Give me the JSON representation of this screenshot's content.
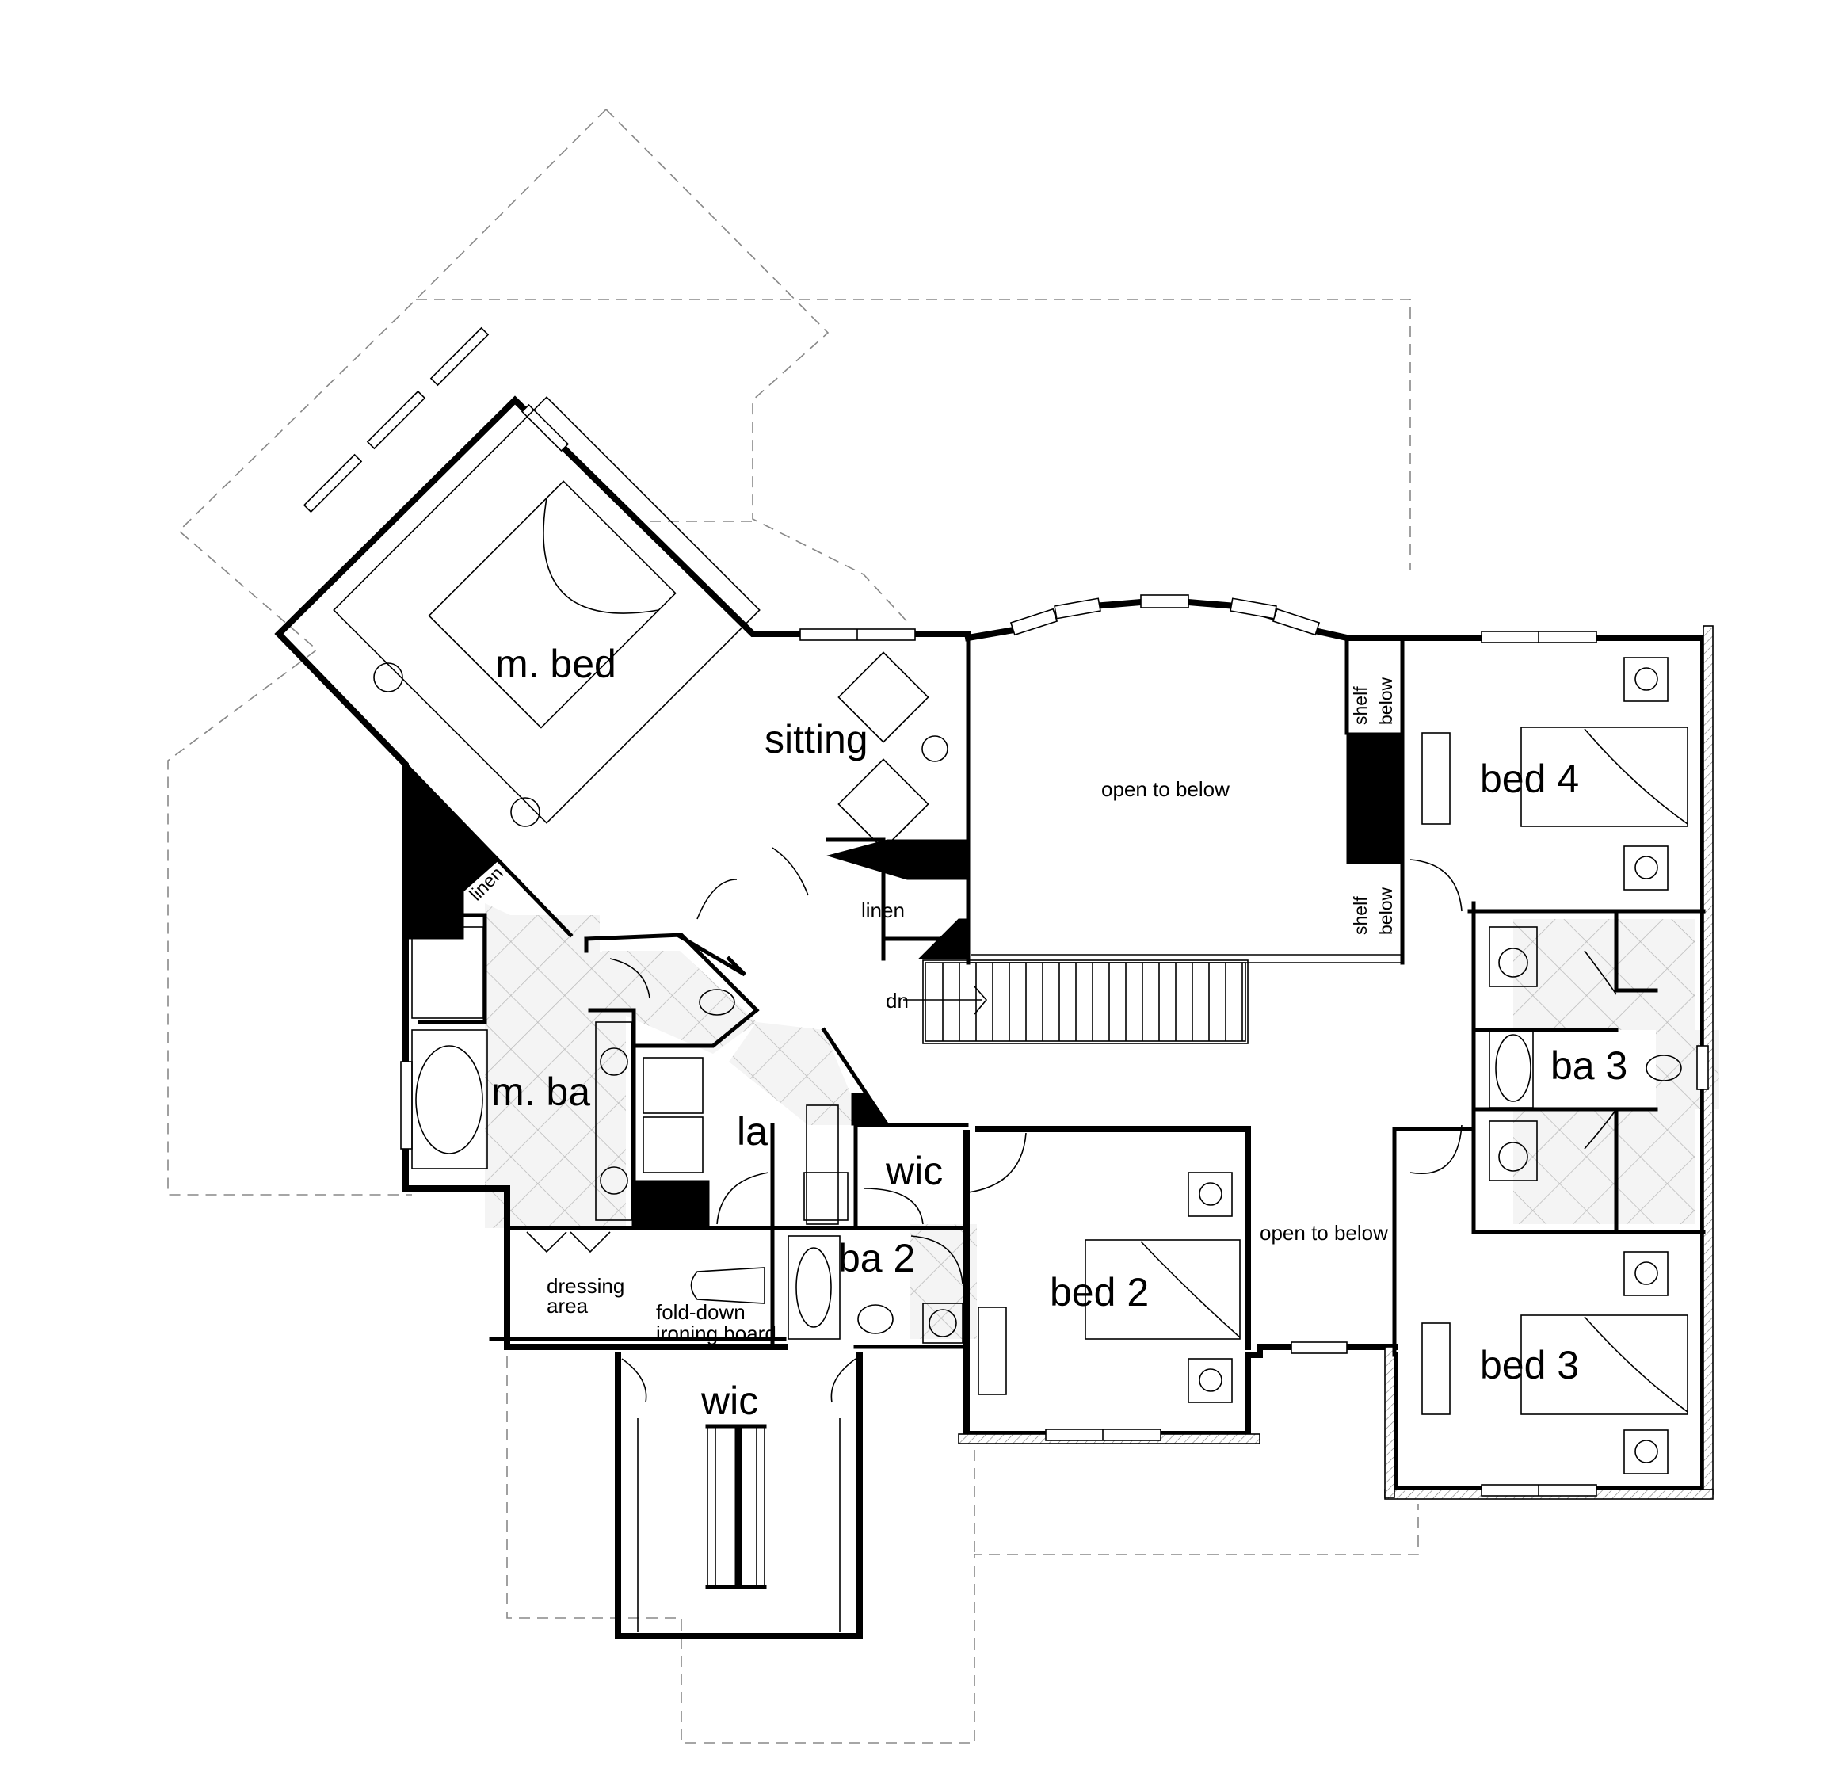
{
  "rooms": {
    "master_bed": "m. bed",
    "sitting": "sitting",
    "open_to_below_main": "open to below",
    "shelf_below_top": [
      "shelf",
      "below"
    ],
    "shelf_below_bottom": [
      "shelf",
      "below"
    ],
    "bed4": "bed 4",
    "linen_master": "linen",
    "linen_hall": "linen",
    "stair_down": "dn",
    "master_bath": "m. ba",
    "laundry": "la",
    "wic_small": "wic",
    "bath3": "ba 3",
    "bath2": "ba 2",
    "bed2": "bed 2",
    "open_to_below_small": "open to below",
    "dressing_area": [
      "dressing",
      "area"
    ],
    "ironing_board": [
      "fold-down",
      "ironing board"
    ],
    "bed3": "bed 3",
    "wic_master": "wic"
  },
  "colors": {
    "wall": "#000000",
    "outline": "#888888",
    "tile": "#bbbbbb"
  }
}
